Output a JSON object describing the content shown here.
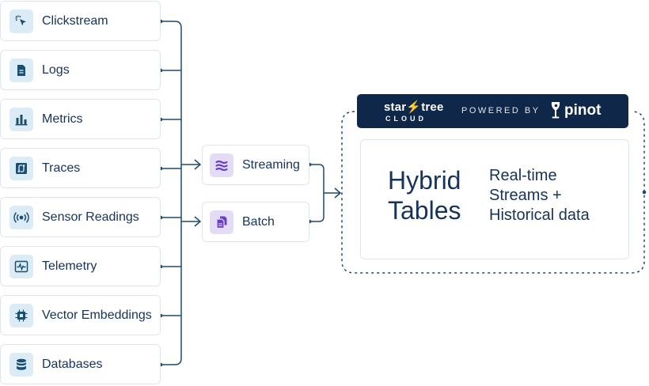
{
  "sources": [
    {
      "label": "Clickstream",
      "icon": "cursor-click-icon"
    },
    {
      "label": "Logs",
      "icon": "document-icon"
    },
    {
      "label": "Metrics",
      "icon": "bar-chart-icon"
    },
    {
      "label": "Traces",
      "icon": "trace-path-icon"
    },
    {
      "label": "Sensor Readings",
      "icon": "broadcast-icon"
    },
    {
      "label": "Telemetry",
      "icon": "pulse-icon"
    },
    {
      "label": "Vector Embeddings",
      "icon": "chip-icon"
    },
    {
      "label": "Databases",
      "icon": "database-icon"
    }
  ],
  "modes": [
    {
      "label": "Streaming",
      "icon": "stream-waves-icon"
    },
    {
      "label": "Batch",
      "icon": "files-stack-icon"
    }
  ],
  "banner": {
    "brand_top": "star⚡tree",
    "brand_bottom": "CLOUD",
    "powered_by": "POWERED BY",
    "partner": "pinot"
  },
  "hybrid": {
    "title_line1": "Hybrid",
    "title_line2": "Tables",
    "desc_line1": "Real-time",
    "desc_line2": "Streams +",
    "desc_line3": "Historical data"
  },
  "colors": {
    "navy": "#0f2748",
    "connector": "#1d4a6b",
    "source_icon_bg": "#dcecf6",
    "source_icon": "#1b4f72",
    "mode_icon_bg": "#e4dcf5",
    "mode_icon": "#6b3fc4",
    "border": "#dde6ee"
  }
}
